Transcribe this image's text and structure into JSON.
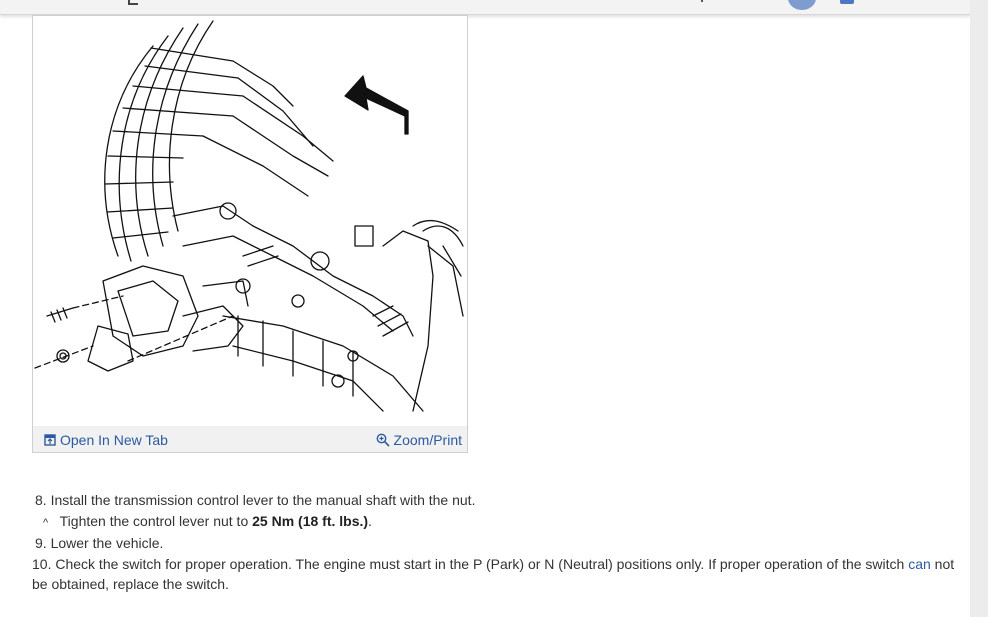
{
  "figure": {
    "open_in_new_tab": "Open In New Tab",
    "zoom_print": "Zoom/Print"
  },
  "steps": {
    "step8": {
      "num": "8.",
      "text": "Install the transmission control lever to the manual shaft with the nut."
    },
    "step8_sub": {
      "caret": "^",
      "text_before": "Tighten the control lever nut to ",
      "bold": "25 Nm (18 ft. lbs.)",
      "text_after": "."
    },
    "step9": {
      "num": "9.",
      "text": "Lower the vehicle."
    },
    "step10": {
      "num": "10.",
      "text_before": "Check the switch for proper operation. The engine must start in the P (Park) or N (Neutral) positions only. If proper operation of the switch ",
      "link": "can",
      "text_after": " not be obtained, replace the switch."
    }
  },
  "colors": {
    "link": "#2b5aa0",
    "text": "#333333",
    "avatar": "#7e9ccf"
  },
  "icons": [
    "open-in-new-tab-icon",
    "zoom-icon",
    "avatar-icon",
    "message-icon"
  ]
}
